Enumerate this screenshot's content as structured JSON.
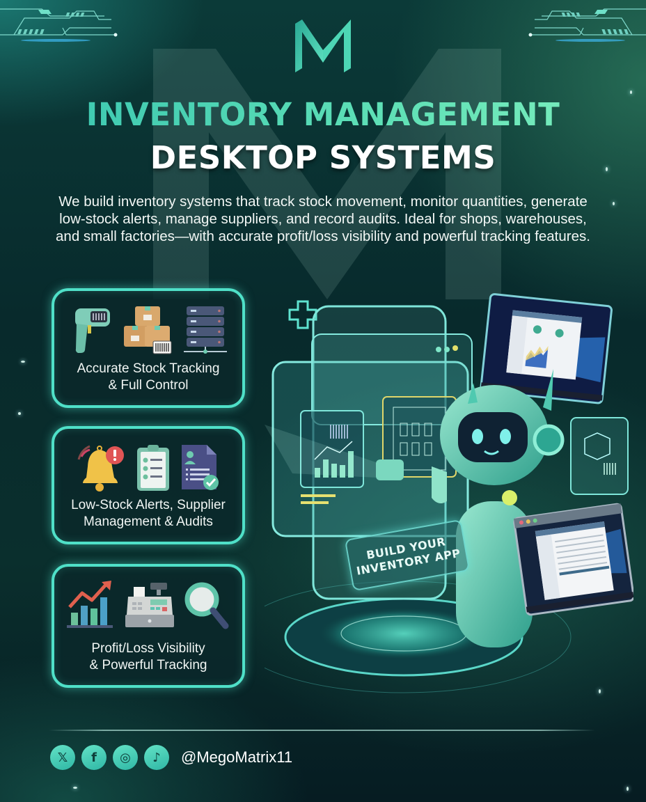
{
  "brand": {
    "logo_letter": "M",
    "logo_icon": "m-monogram-icon",
    "accent_color": "#4fe0c8",
    "background_color": "#082a2c"
  },
  "header": {
    "title_line1": "INVENTORY MANAGEMENT",
    "title_line2": "DESKTOP SYSTEMS",
    "description": "We build inventory systems that track stock movement, monitor quantities, generate low-stock alerts, manage suppliers, and record audits. Ideal for shops, warehouses, and small factories—with accurate profit/loss visibility and powerful tracking features."
  },
  "features": [
    {
      "label_line1": "Accurate Stock Tracking",
      "label_line2": "& Full Control",
      "icons": [
        "barcode-scanner-icon",
        "boxes-icon",
        "server-icon"
      ]
    },
    {
      "label_line1": "Low-Stock Alerts, Supplier",
      "label_line2": "Management & Audits",
      "icons": [
        "alert-bell-icon",
        "checklist-clipboard-icon",
        "supplier-document-icon"
      ]
    },
    {
      "label_line1": "Profit/Loss Visibility",
      "label_line2": "& Powerful Tracking",
      "icons": [
        "growth-chart-icon",
        "cash-register-icon",
        "magnifier-icon"
      ]
    }
  ],
  "illustration": {
    "badge_line1": "BUILD YOUR",
    "badge_line2": "INVENTORY APP",
    "elements": [
      "robot-mascot",
      "holographic-dashboard",
      "desktop-window-dashboard",
      "desktop-window-table",
      "holo-platform"
    ]
  },
  "footer": {
    "social_icons": [
      "x-icon",
      "facebook-icon",
      "instagram-icon",
      "tiktok-icon"
    ],
    "social_glyphs": [
      "𝕏",
      "f",
      "◎",
      "♪"
    ],
    "handle": "@MegoMatrix11"
  }
}
